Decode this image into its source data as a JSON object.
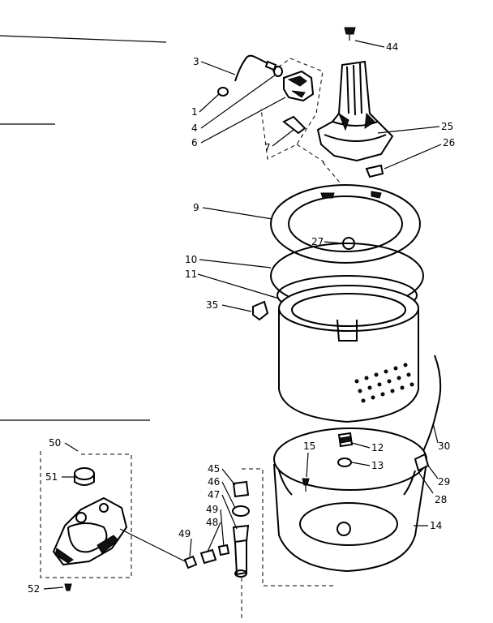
{
  "part_labels": {
    "p1": "1",
    "p3": "3",
    "p4": "4",
    "p6": "6",
    "p7": "7",
    "p9": "9",
    "p10": "10",
    "p11": "11",
    "p12": "12",
    "p13": "13",
    "p14": "14",
    "p15": "15",
    "p25": "25",
    "p26": "26",
    "p27": "27",
    "p28": "28",
    "p29": "29",
    "p30": "30",
    "p35": "35",
    "p44": "44",
    "p45": "45",
    "p46": "46",
    "p47": "47",
    "p48": "48",
    "p49a": "49",
    "p49b": "49",
    "p50": "50",
    "p51": "51",
    "p52": "52"
  }
}
